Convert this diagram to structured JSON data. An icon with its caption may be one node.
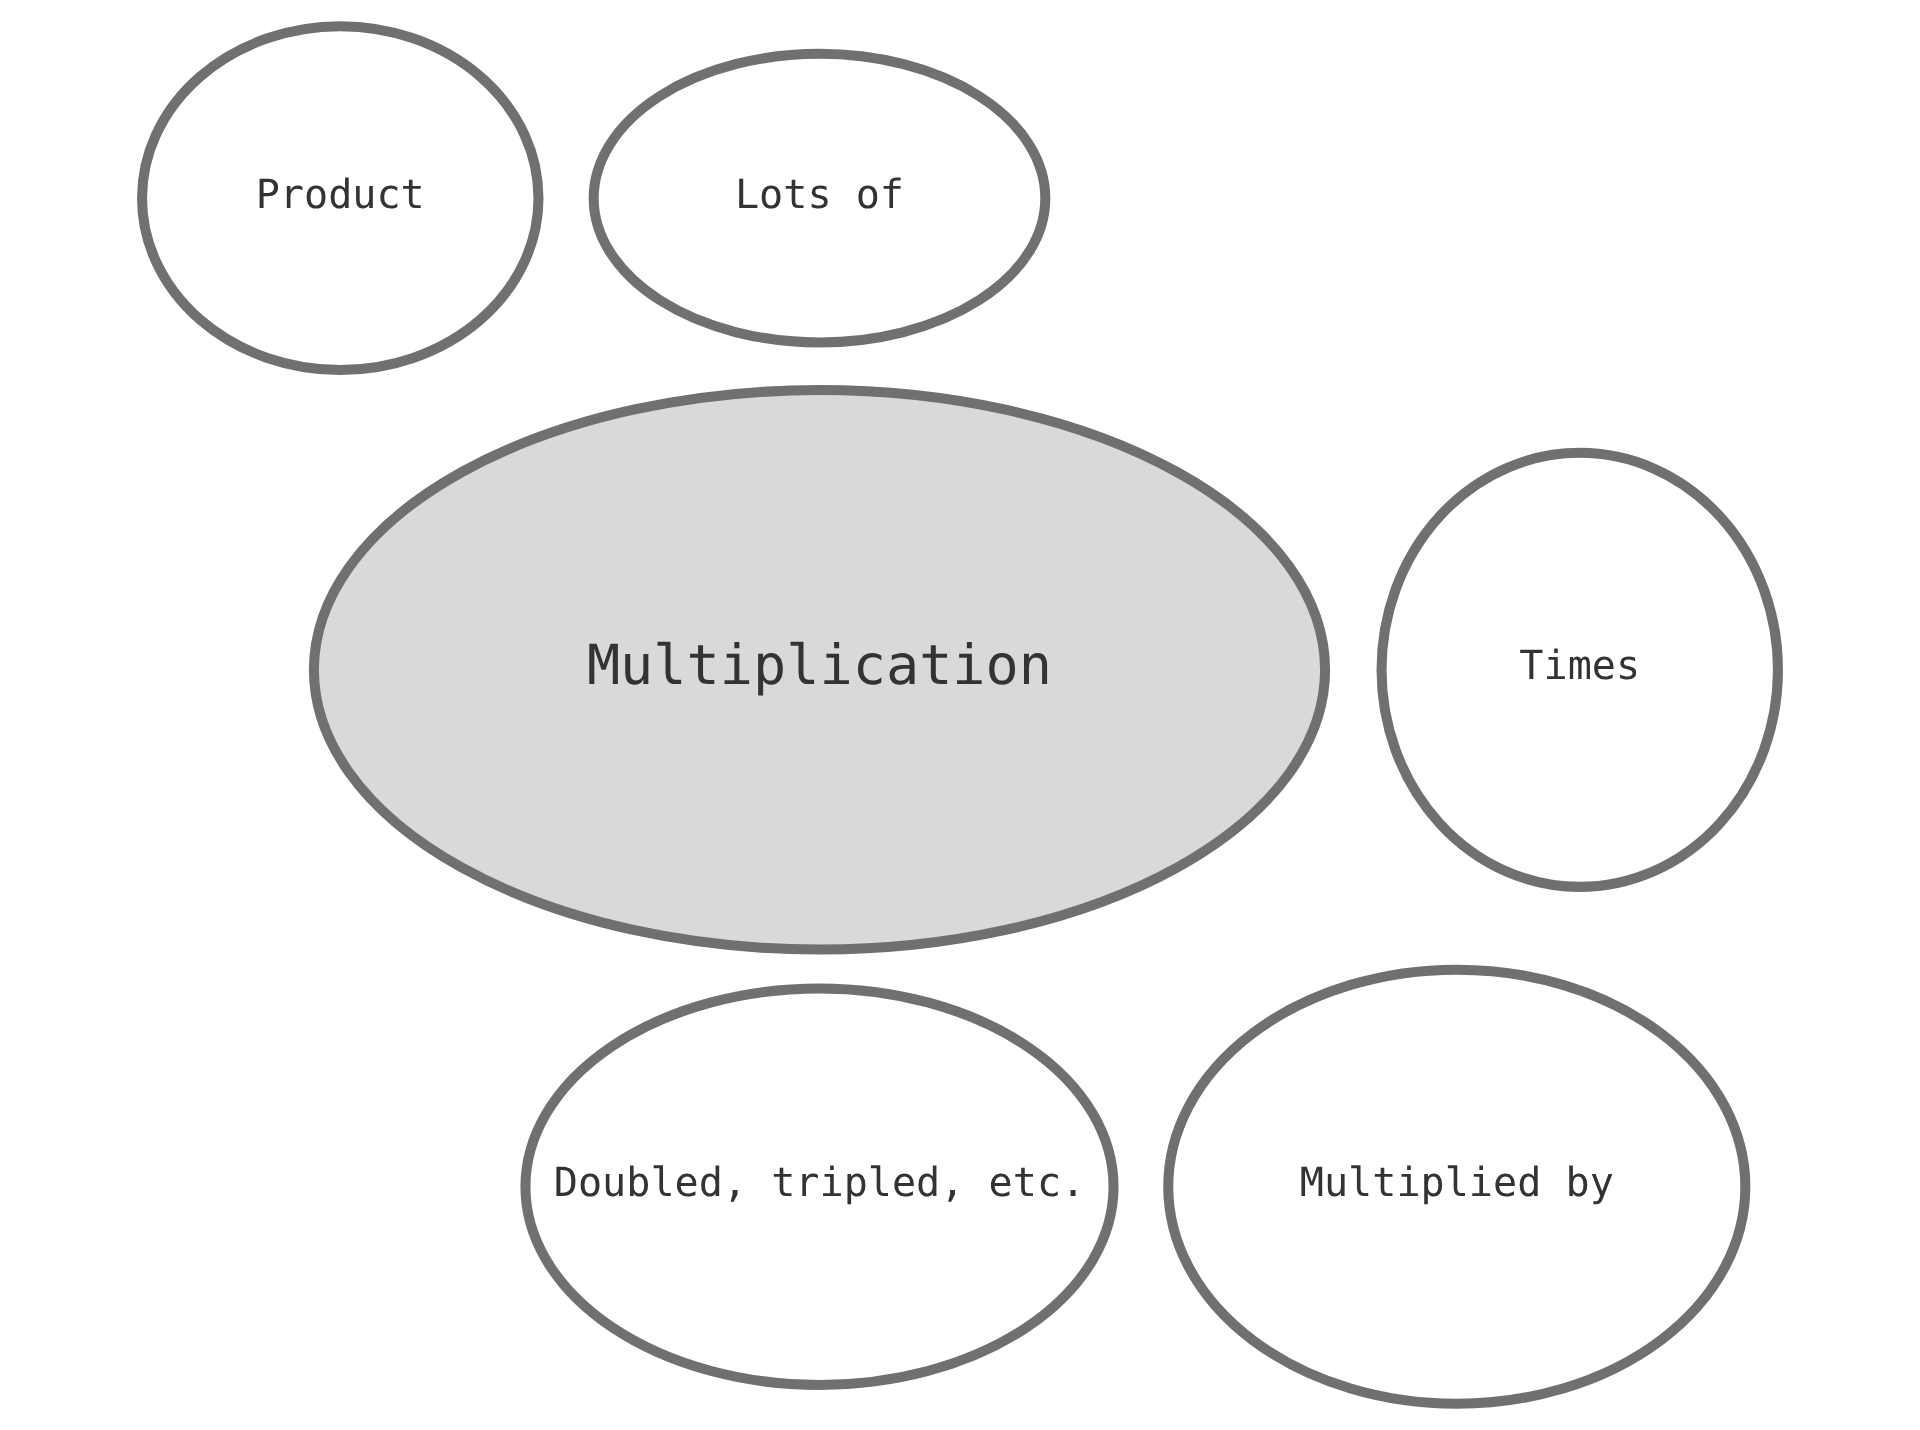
{
  "diagram": {
    "nodes": [
      {
        "text": [
          "Product"
        ]
      },
      {
        "text": [
          "Lots of"
        ]
      },
      {
        "text": [
          "Times"
        ]
      },
      {
        "text": [
          "Multiplication"
        ]
      },
      {
        "text": [
          "Doubled, tripled, etc."
        ]
      },
      {
        "text": [
          "Multiplied by"
        ]
      }
    ]
  }
}
